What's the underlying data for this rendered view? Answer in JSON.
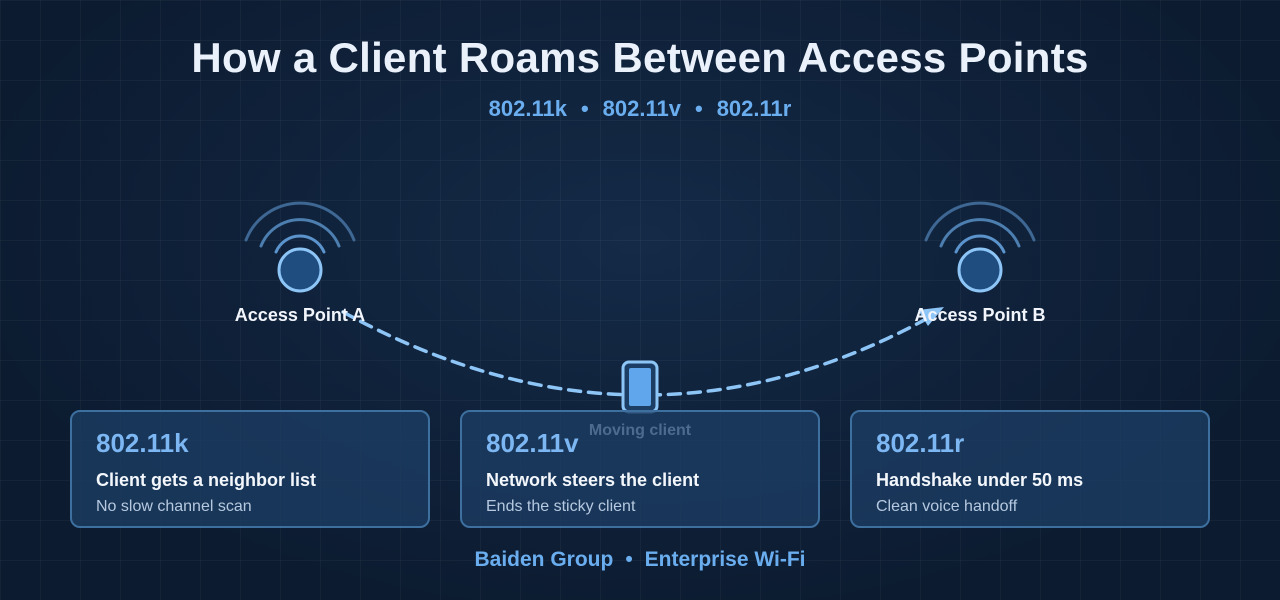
{
  "header": {
    "title": "How a Client Roams Between Access Points",
    "subtitle_items": [
      "802.11k",
      "802.11v",
      "802.11r"
    ],
    "separator": "•"
  },
  "access_points": [
    {
      "label": "Access Point A",
      "icon": "wifi-access-point-icon"
    },
    {
      "label": "Access Point B",
      "icon": "wifi-access-point-icon"
    }
  ],
  "client": {
    "label": "Moving client",
    "icon": "phone-icon"
  },
  "cards": [
    {
      "standard": "802.11k",
      "headline": "Client gets a neighbor list",
      "note": "No slow channel scan"
    },
    {
      "standard": "802.11v",
      "headline": "Network steers the client",
      "note": "Ends the sticky client"
    },
    {
      "standard": "802.11r",
      "headline": "Handshake under 50 ms",
      "note": "Clean voice handoff"
    }
  ],
  "footer": {
    "items": [
      "Baiden Group",
      "Enterprise Wi-Fi"
    ],
    "separator": "•"
  },
  "colors": {
    "background": "#0e1f36",
    "accent": "#6aaef0",
    "path": "#8ec5f7",
    "card_border": "#3d6f9f",
    "card_fill": "#1c3e64"
  }
}
